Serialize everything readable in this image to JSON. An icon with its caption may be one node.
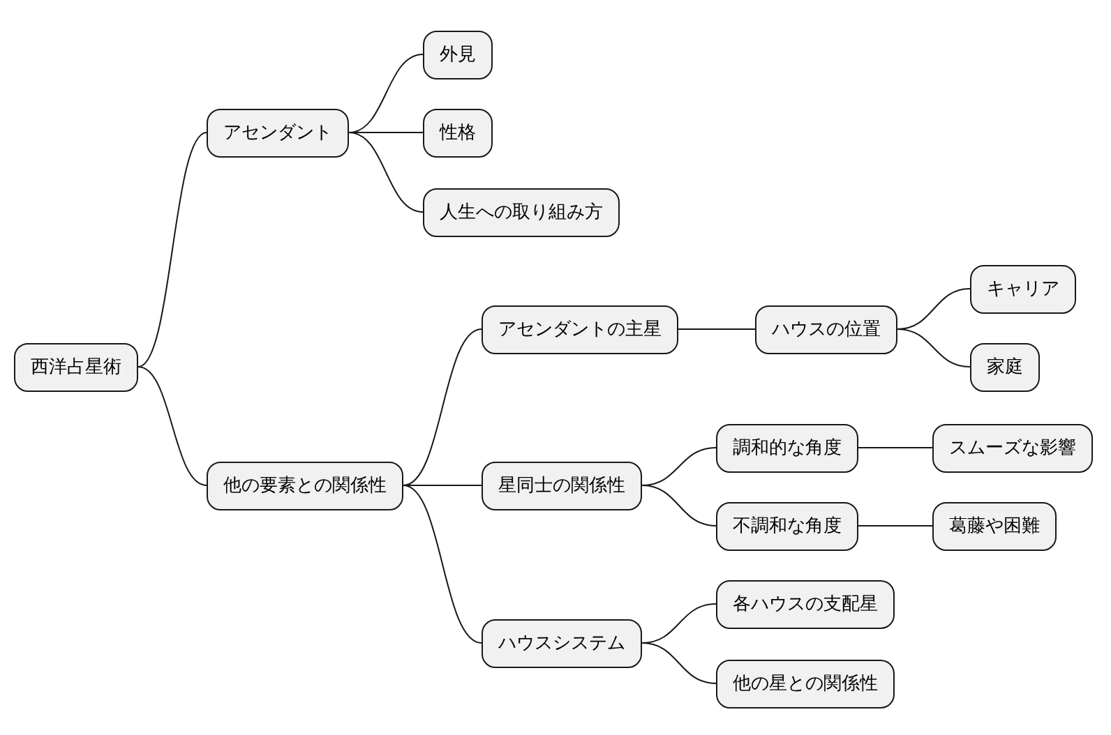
{
  "diagram": {
    "nodes": [
      {
        "text": [
          "西洋占星術"
        ]
      },
      {
        "text": [
          "アセンダント"
        ]
      },
      {
        "text": [
          "外見"
        ]
      },
      {
        "text": [
          "性格"
        ]
      },
      {
        "text": [
          "人生への取り組み方"
        ]
      },
      {
        "text": [
          "他の要素との関係性"
        ]
      },
      {
        "text": [
          "アセンダントの主星"
        ]
      },
      {
        "text": [
          "ハウスの位置"
        ]
      },
      {
        "text": [
          "キャリア"
        ]
      },
      {
        "text": [
          "家庭"
        ]
      },
      {
        "text": [
          "星同士の関係性"
        ]
      },
      {
        "text": [
          "調和的な角度"
        ]
      },
      {
        "text": [
          "スムーズな影響"
        ]
      },
      {
        "text": [
          "不調和な角度"
        ]
      },
      {
        "text": [
          "葛藤や困難"
        ]
      },
      {
        "text": [
          "ハウスシステム"
        ]
      },
      {
        "text": [
          "各ハウスの支配星"
        ]
      },
      {
        "text": [
          "他の星との関係性"
        ]
      }
    ],
    "edges": [
      {
        "from": 0,
        "to": 1,
        "arrow": "none"
      },
      {
        "from": 1,
        "to": 2,
        "arrow": "none"
      },
      {
        "from": 1,
        "to": 3,
        "arrow": "none"
      },
      {
        "from": 1,
        "to": 4,
        "arrow": "none"
      },
      {
        "from": 0,
        "to": 5,
        "arrow": "none"
      },
      {
        "from": 5,
        "to": 6,
        "arrow": "none"
      },
      {
        "from": 6,
        "to": 7,
        "arrow": "none"
      },
      {
        "from": 7,
        "to": 8,
        "arrow": "none"
      },
      {
        "from": 7,
        "to": 9,
        "arrow": "none"
      },
      {
        "from": 5,
        "to": 10,
        "arrow": "none"
      },
      {
        "from": 10,
        "to": 11,
        "arrow": "none"
      },
      {
        "from": 11,
        "to": 12,
        "arrow": "none"
      },
      {
        "from": 10,
        "to": 13,
        "arrow": "none"
      },
      {
        "from": 13,
        "to": 14,
        "arrow": "none"
      },
      {
        "from": 5,
        "to": 15,
        "arrow": "none"
      },
      {
        "from": 15,
        "to": 16,
        "arrow": "none"
      },
      {
        "from": 15,
        "to": 17,
        "arrow": "none"
      }
    ]
  }
}
